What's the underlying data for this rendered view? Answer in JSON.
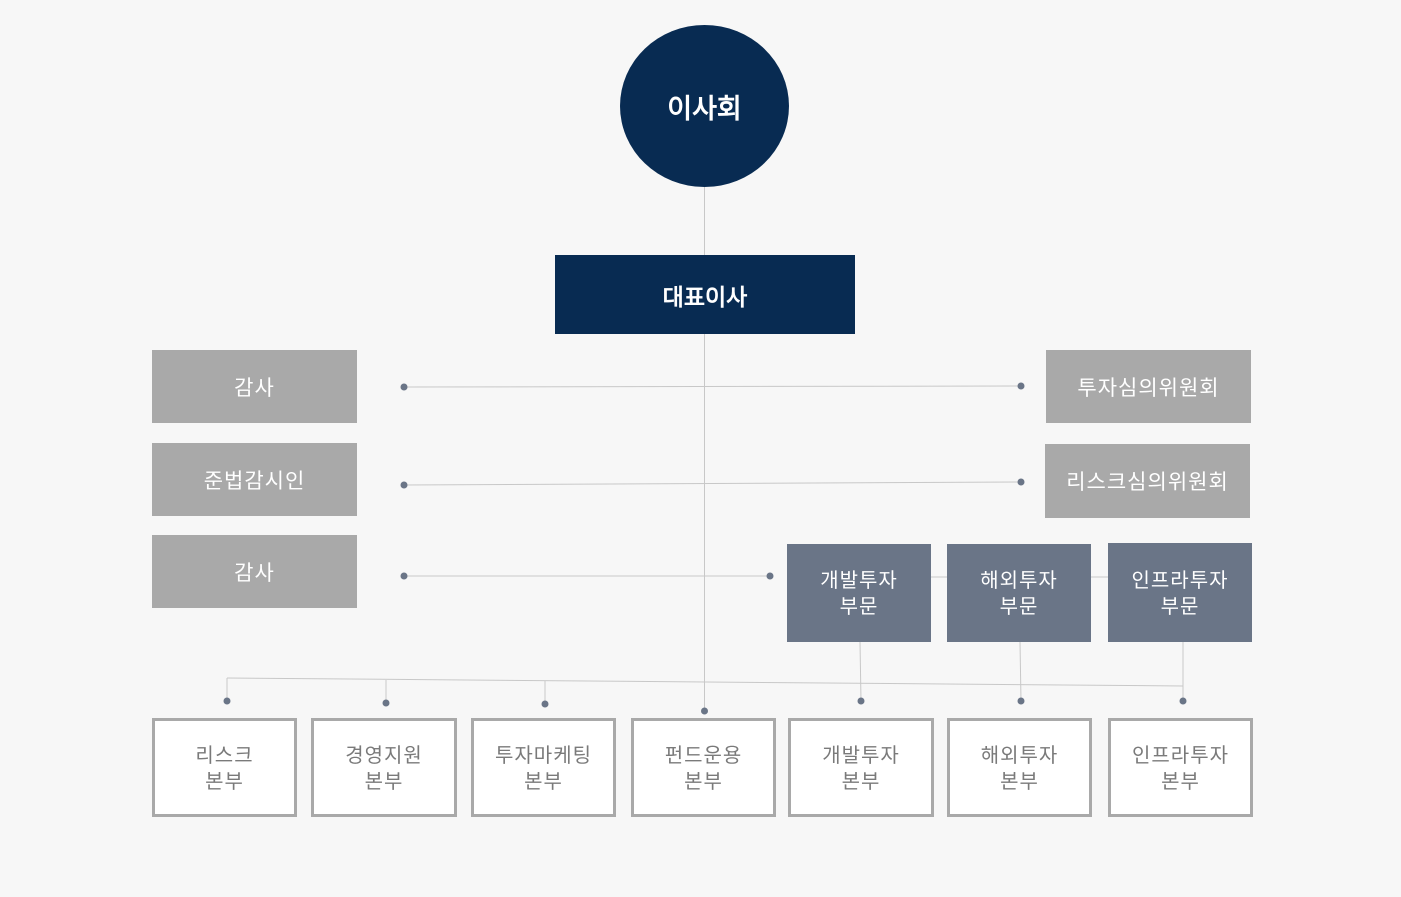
{
  "board": {
    "label": "이사회"
  },
  "ceo": {
    "label": "대표이사"
  },
  "left_units": [
    {
      "label": "감사"
    },
    {
      "label": "준법감시인"
    },
    {
      "label": "감사"
    }
  ],
  "right_committees": [
    {
      "label": "투자심의위원회"
    },
    {
      "label": "리스크심의위원회"
    }
  ],
  "divisions": [
    {
      "label": "개발투자\n부문"
    },
    {
      "label": "해외투자\n부문"
    },
    {
      "label": "인프라투자\n부문"
    }
  ],
  "headquarters": [
    {
      "label": "리스크\n본부"
    },
    {
      "label": "경영지원\n본부"
    },
    {
      "label": "투자마케팅\n본부"
    },
    {
      "label": "펀드운용\n본부"
    },
    {
      "label": "개발투자\n본부"
    },
    {
      "label": "해외투자\n본부"
    },
    {
      "label": "인프라투자\n본부"
    }
  ],
  "colors": {
    "navy": "#082b52",
    "gray_box": "#a9a9a9",
    "slate_box": "#6a7587",
    "line": "#c8c8c8",
    "dot": "#6a7587"
  }
}
